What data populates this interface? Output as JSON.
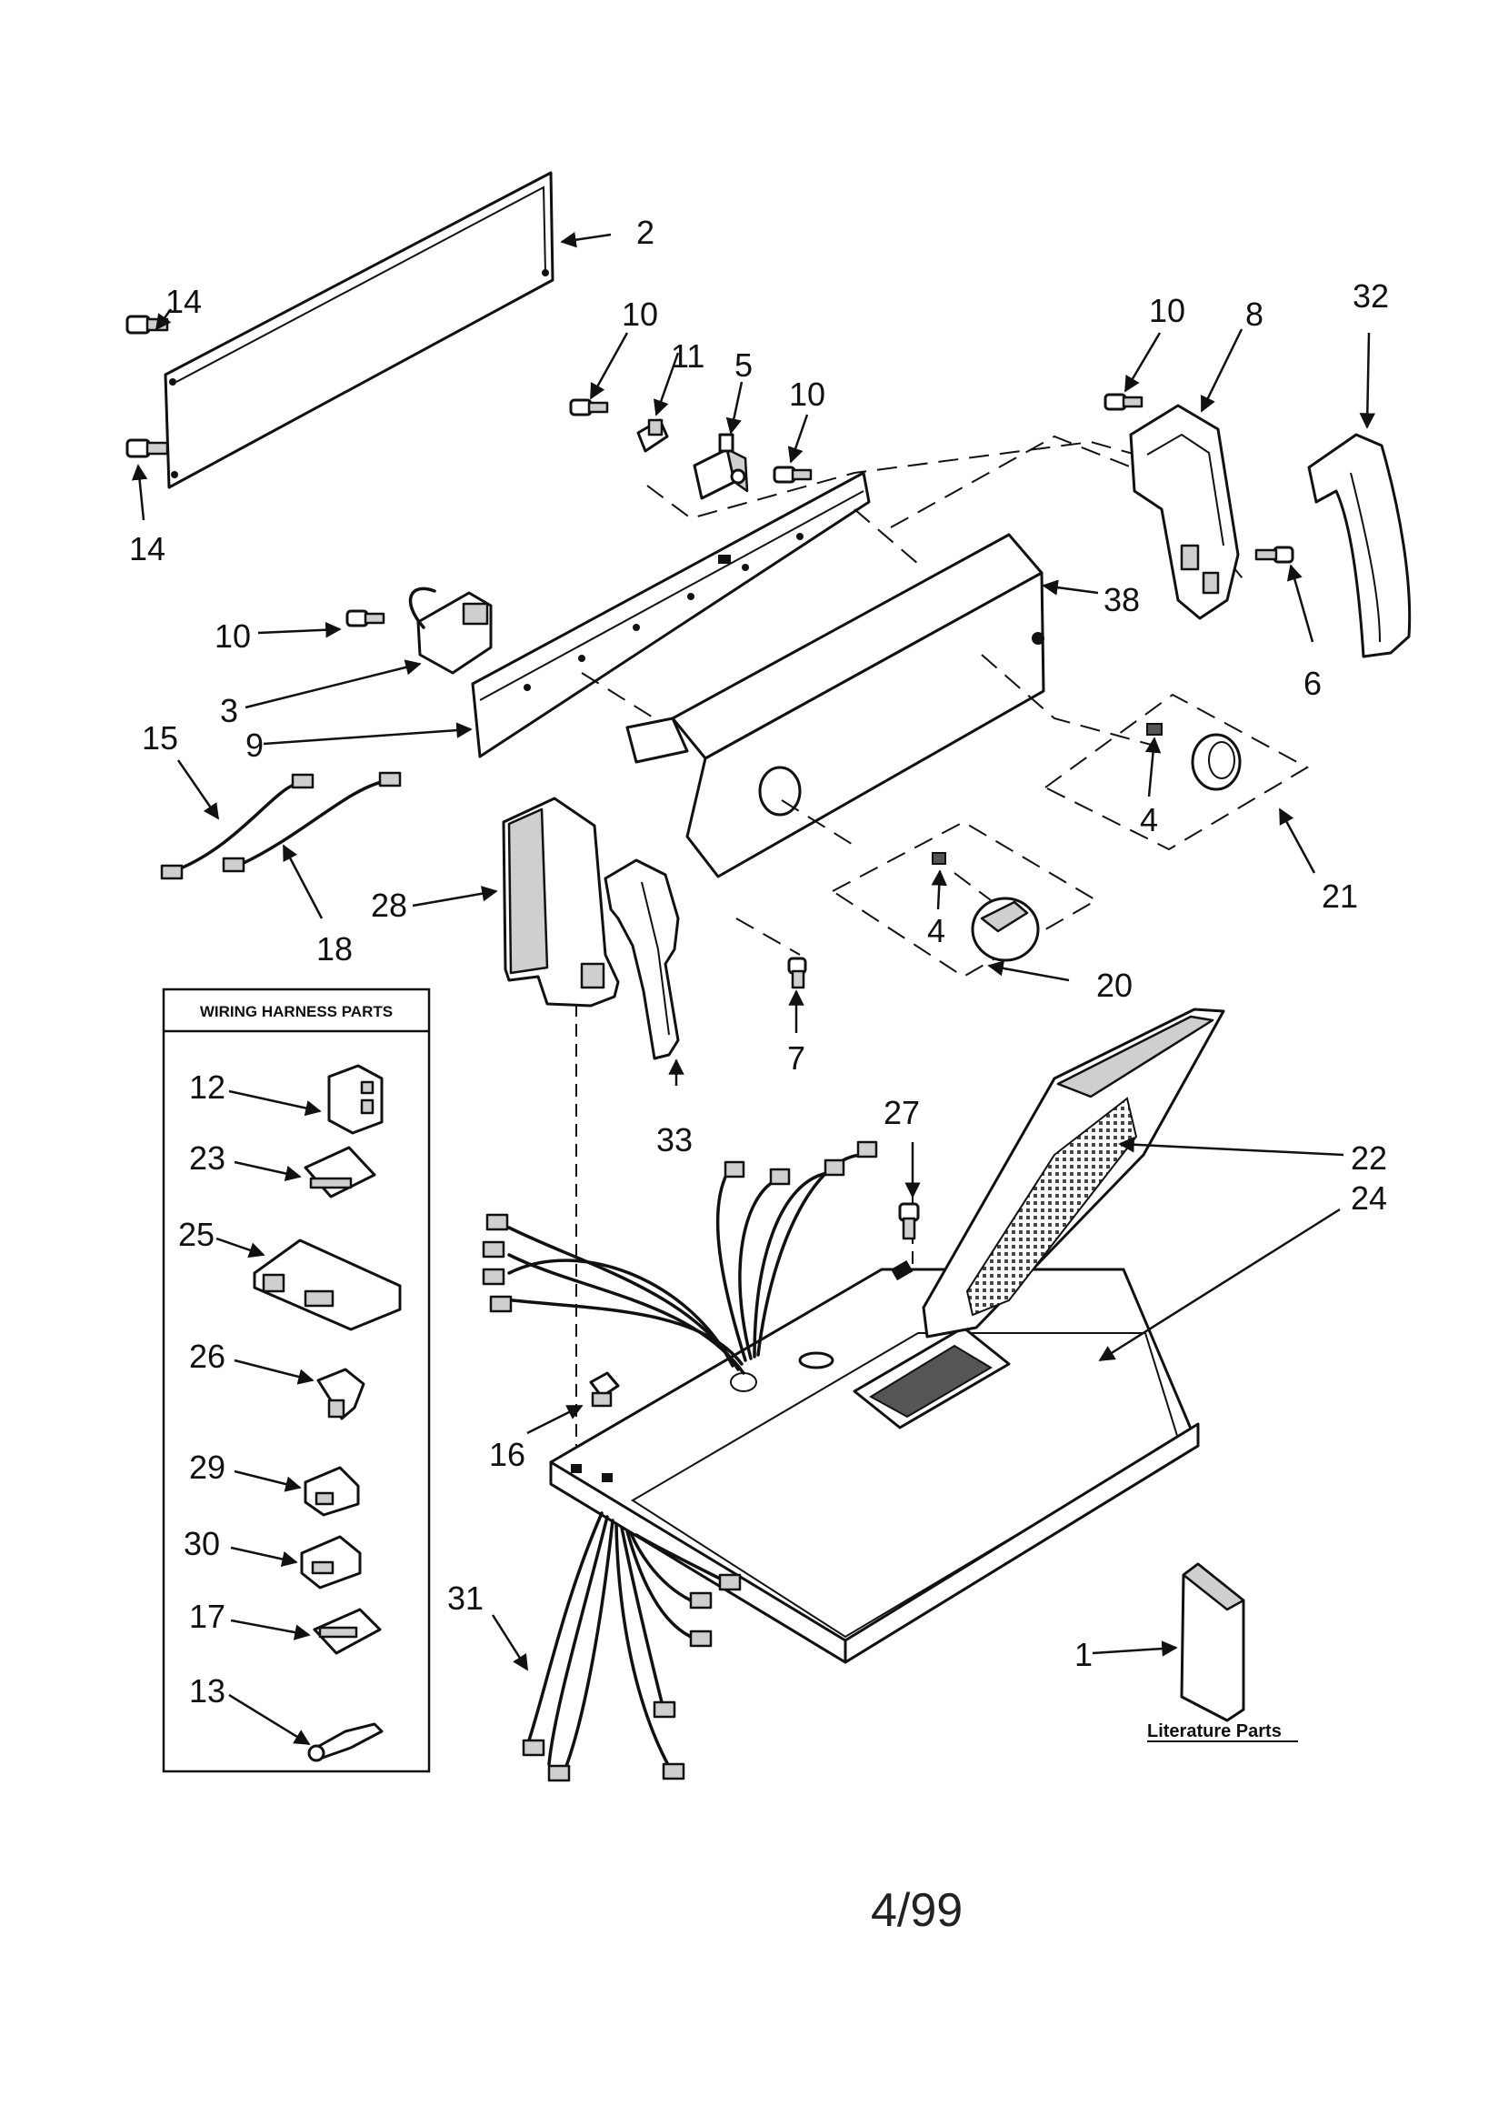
{
  "callouts": {
    "c1": "1",
    "c2": "2",
    "c3": "3",
    "c4a": "4",
    "c4b": "4",
    "c5": "5",
    "c6": "6",
    "c7": "7",
    "c8": "8",
    "c9": "9",
    "c10a": "10",
    "c10b": "10",
    "c10c": "10",
    "c10d": "10",
    "c11": "11",
    "c12": "12",
    "c13": "13",
    "c14a": "14",
    "c14b": "14",
    "c15": "15",
    "c16": "16",
    "c17": "17",
    "c18": "18",
    "c20": "20",
    "c21": "21",
    "c22": "22",
    "c23": "23",
    "c24": "24",
    "c25": "25",
    "c26": "26",
    "c27": "27",
    "c28": "28",
    "c29": "29",
    "c30": "30",
    "c31": "31",
    "c32": "32",
    "c33": "33",
    "c38": "38"
  },
  "wiring_box": {
    "title": "WIRING HARNESS PARTS"
  },
  "literature": {
    "label": "Literature Parts"
  },
  "footer": {
    "date": "4/99"
  }
}
